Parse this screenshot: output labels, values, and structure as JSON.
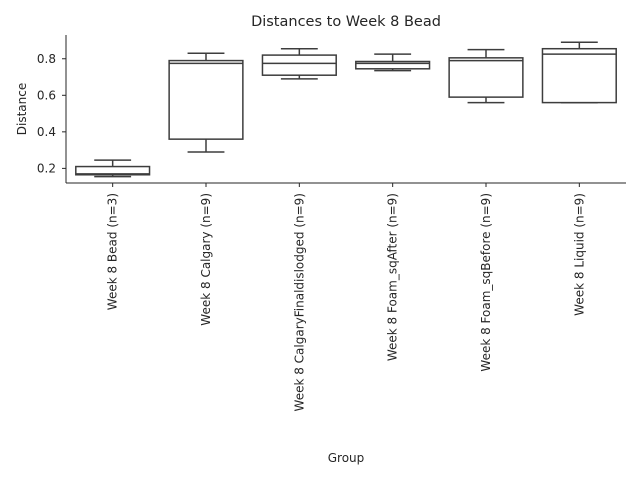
{
  "chart_data": {
    "type": "box",
    "title": "Distances to Week 8 Bead",
    "xlabel": "Group",
    "ylabel": "Distance",
    "ylim": [
      0.12,
      0.93
    ],
    "yticks": [
      0.2,
      0.4,
      0.6,
      0.8
    ],
    "ytick_labels": [
      "0.2",
      "0.4",
      "0.6",
      "0.8"
    ],
    "grid": false,
    "box_color": "#3d3d3d",
    "categories": [
      "Week 8 Bead (n=3)",
      "Week 8 Calgary (n=9)",
      "Week 8 CalgaryFinaldislodged (n=9)",
      "Week 8 Foam_sqAfter (n=9)",
      "Week 8 Foam_sqBefore (n=9)",
      "Week 8 Liquid (n=9)"
    ],
    "boxes": [
      {
        "min": 0.155,
        "q1": 0.165,
        "median": 0.17,
        "q3": 0.21,
        "max": 0.245
      },
      {
        "min": 0.29,
        "q1": 0.36,
        "median": 0.775,
        "q3": 0.79,
        "max": 0.83
      },
      {
        "min": 0.69,
        "q1": 0.71,
        "median": 0.775,
        "q3": 0.82,
        "max": 0.855
      },
      {
        "min": 0.735,
        "q1": 0.745,
        "median": 0.775,
        "q3": 0.785,
        "max": 0.825
      },
      {
        "min": 0.56,
        "q1": 0.59,
        "median": 0.79,
        "q3": 0.805,
        "max": 0.85
      },
      {
        "min": 0.56,
        "q1": 0.56,
        "median": 0.825,
        "q3": 0.855,
        "max": 0.89
      }
    ]
  }
}
